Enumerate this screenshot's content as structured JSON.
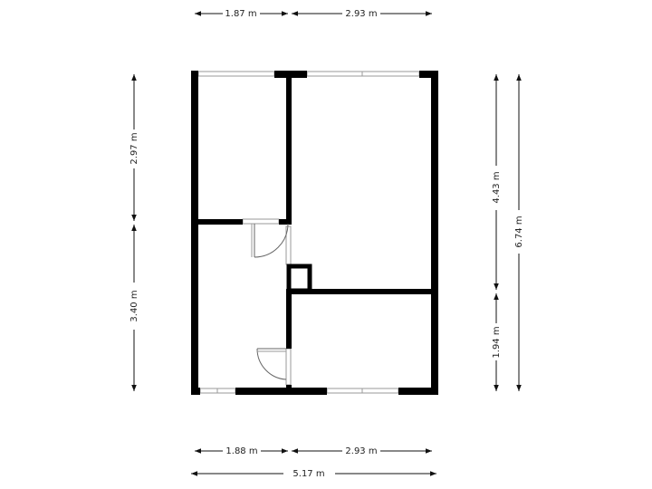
{
  "dimensions": {
    "top_left": "1.87 m",
    "top_right": "2.93 m",
    "left_upper": "2.97 m",
    "left_lower": "3.40 m",
    "right_upper": "4.43 m",
    "right_lower": "1.94 m",
    "right_total": "6.74 m",
    "bottom_left": "1.88 m",
    "bottom_right": "2.93 m",
    "bottom_total": "5.17 m"
  },
  "colors": {
    "wall": "#000000",
    "window_frame": "#9a9a9a",
    "dimension_line": "#111111"
  }
}
